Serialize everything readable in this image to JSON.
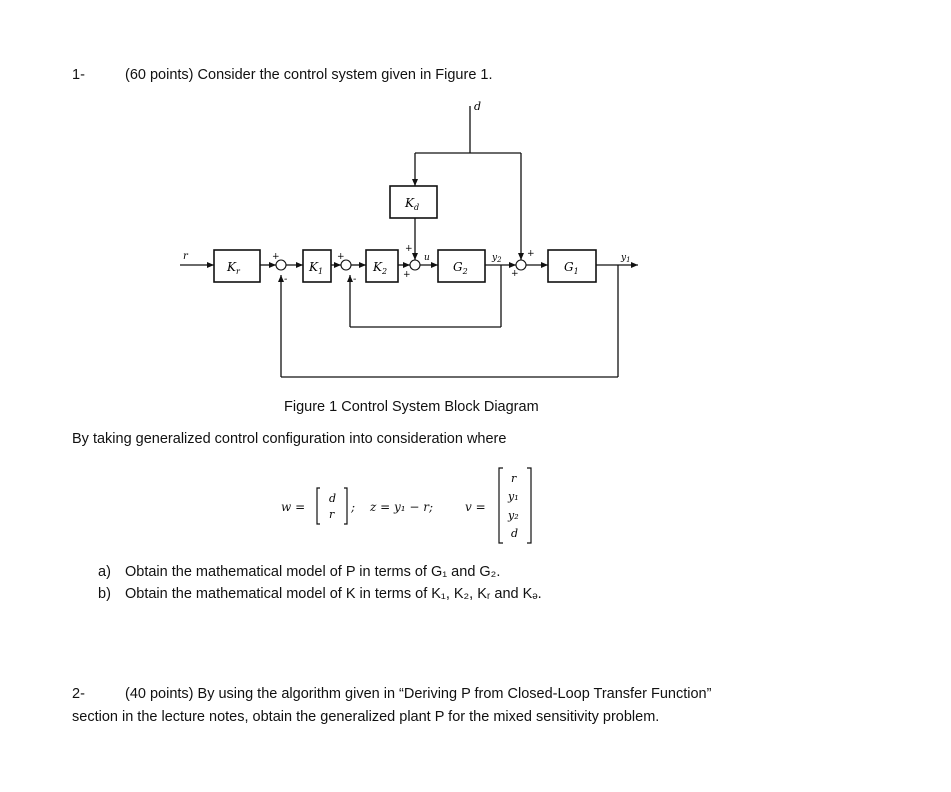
{
  "problem1": {
    "number": "1-",
    "statement": "(60 points) Consider the control system given in Figure 1."
  },
  "diagram": {
    "labels": {
      "r": "r",
      "d": "d",
      "Kr": "K",
      "Kr_sub": "r",
      "K1": "K",
      "K1_sub": "1",
      "K2": "K",
      "K2_sub": "2",
      "Kd": "K",
      "Kd_sub": "d",
      "G2": "G",
      "G2_sub": "2",
      "G1": "G",
      "G1_sub": "1",
      "u": "u",
      "y2": "y",
      "y2_sub": "2",
      "y1": "y",
      "y1_sub": "1"
    },
    "signs": {
      "plus": "+",
      "minus": "-"
    }
  },
  "caption": "Figure 1 Control System Block Diagram",
  "intro": "By taking generalized control configuration into consideration where",
  "equations": {
    "w_label": "w =",
    "w_vector": [
      "d",
      "r"
    ],
    "separator": ";",
    "z_eq": "z = y₁ − r;",
    "v_label": "v =",
    "v_vector": [
      "r",
      "y₁",
      "y₂",
      "d"
    ]
  },
  "parts": [
    {
      "label": "a)",
      "text": "Obtain the mathematical model of P in terms of G₁ and G₂."
    },
    {
      "label": "b)",
      "text": "Obtain the mathematical model of K in terms of K₁, K₂, Kᵣ and Kₔ."
    }
  ],
  "problem2": {
    "number": "2-",
    "line1": "(40 points) By using the algorithm given in “Deriving P from Closed-Loop Transfer Function”",
    "line2": "section in the lecture notes, obtain the generalized plant P for the mixed sensitivity problem."
  }
}
